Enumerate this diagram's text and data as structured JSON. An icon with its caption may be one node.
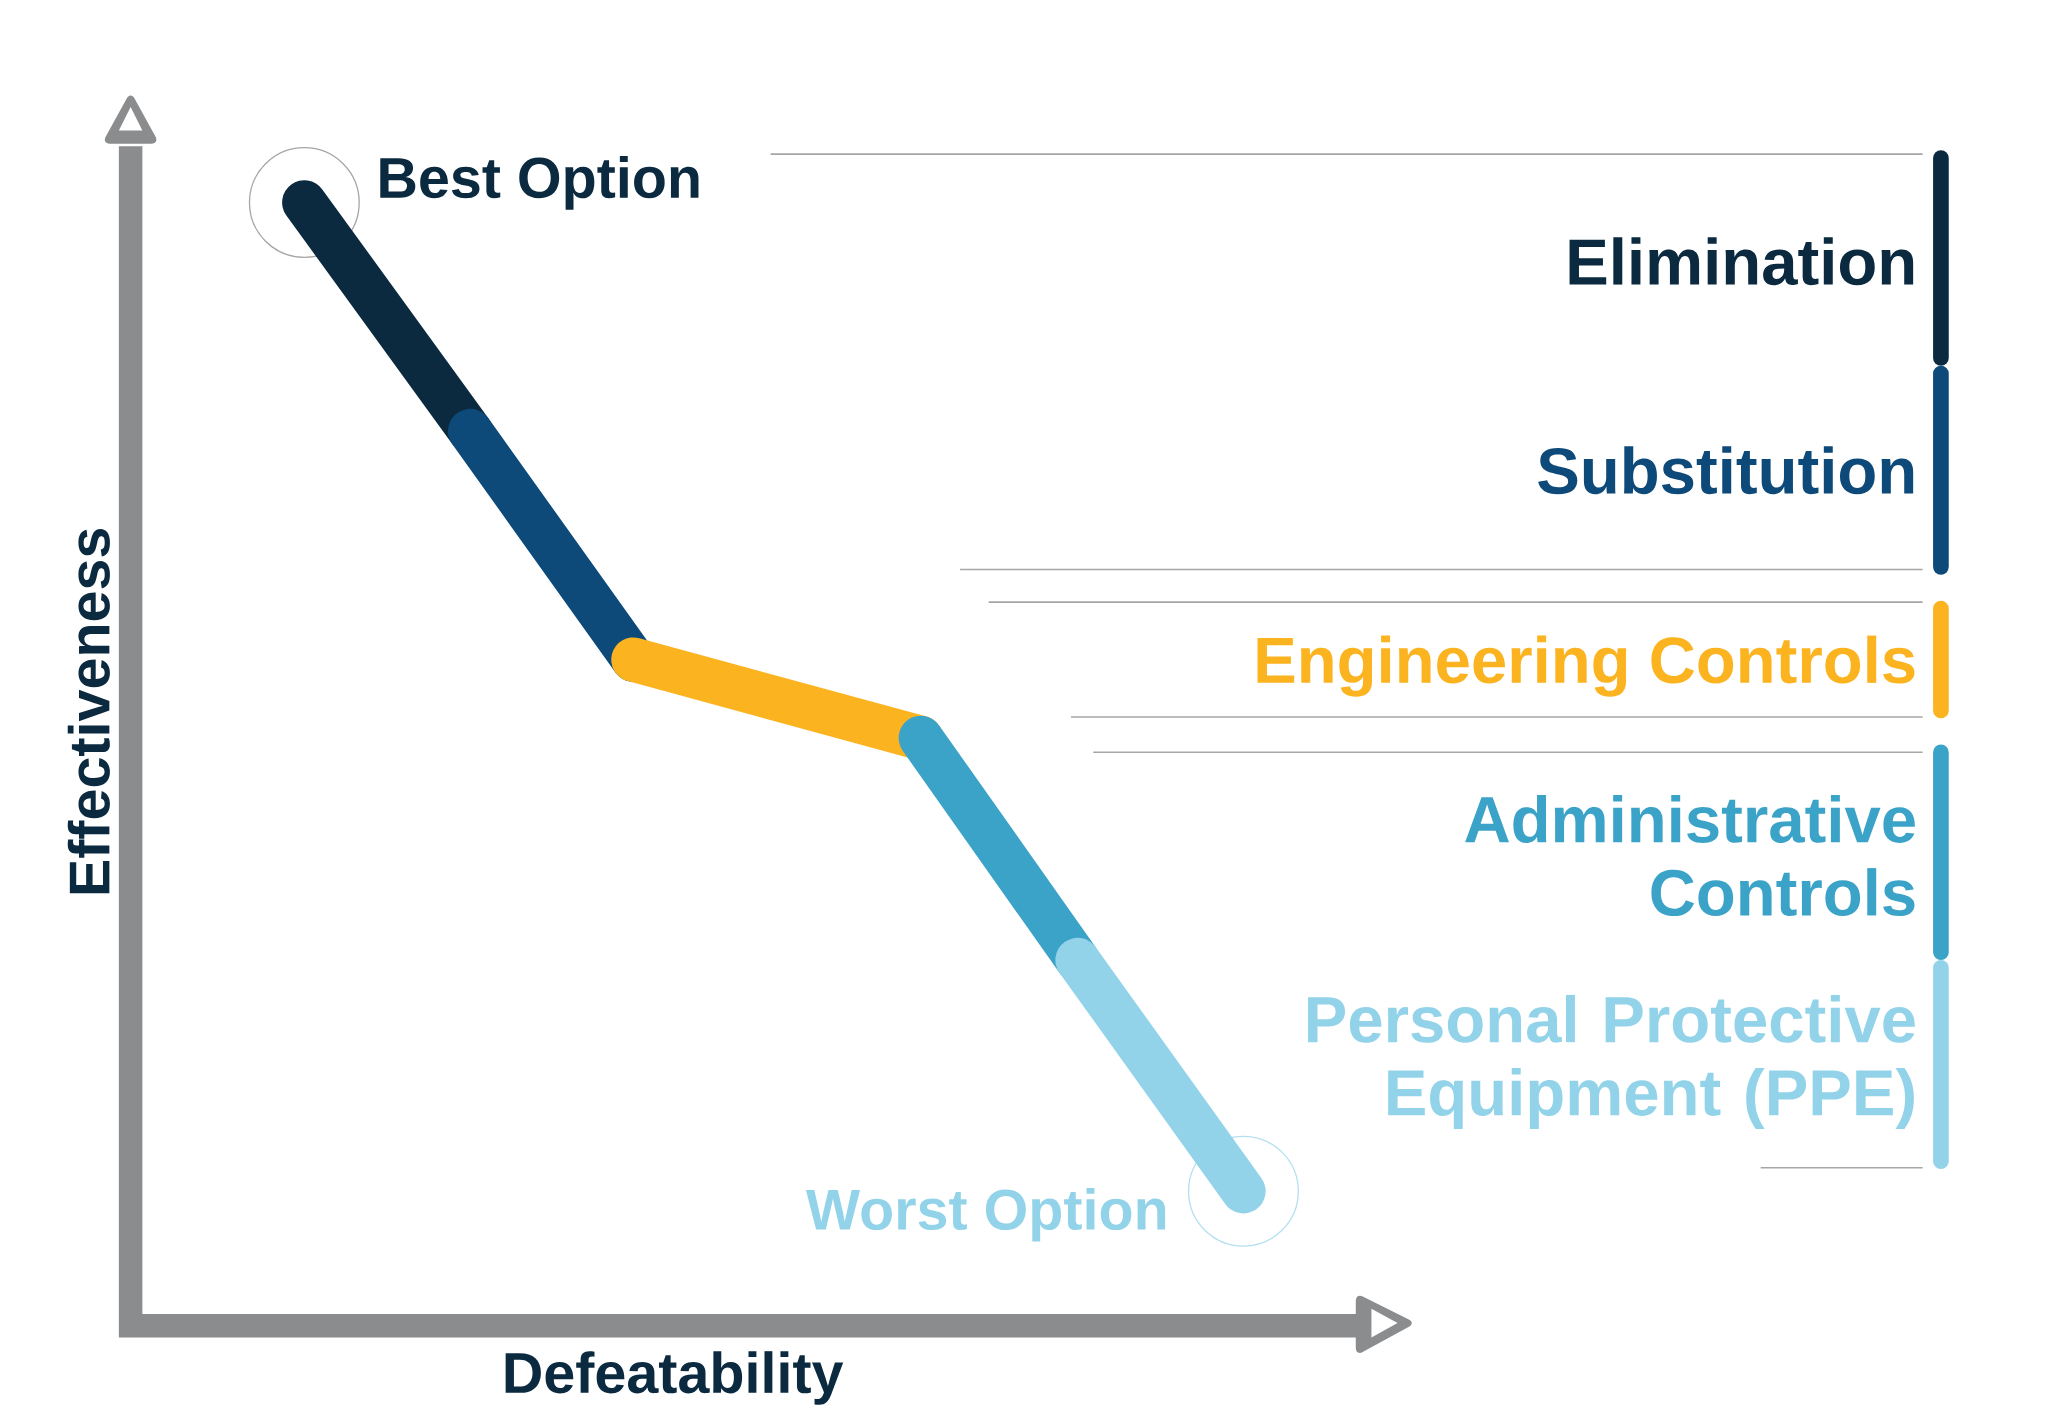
{
  "diagram": {
    "labels": [
      "Best Option",
      "Elimination",
      "Substitution",
      "Engineering Controls",
      "Administrative Controls",
      "Personal Protective Equipment (PPE)",
      "Worst Option",
      "Effectiveness",
      "Defeatability"
    ]
  }
}
